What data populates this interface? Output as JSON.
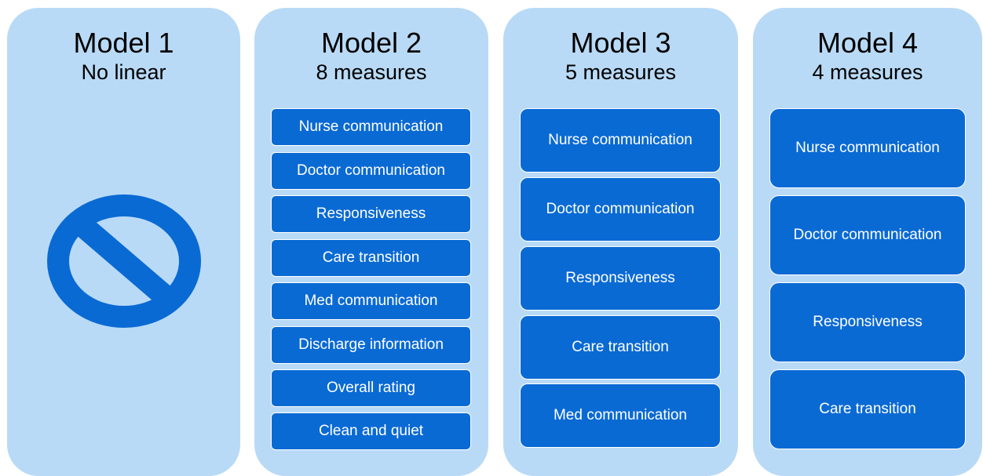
{
  "models": [
    {
      "title": "Model 1",
      "subtitle": "No linear",
      "icon": "prohibited-icon",
      "measures": []
    },
    {
      "title": "Model 2",
      "subtitle": "8 measures",
      "measures": [
        "Nurse communication",
        "Doctor communication",
        "Responsiveness",
        "Care transition",
        "Med communication",
        "Discharge information",
        "Overall rating",
        "Clean and quiet"
      ]
    },
    {
      "title": "Model 3",
      "subtitle": "5 measures",
      "measures": [
        "Nurse communication",
        "Doctor communication",
        "Responsiveness",
        "Care transition",
        "Med communication"
      ]
    },
    {
      "title": "Model 4",
      "subtitle": "4 measures",
      "measures": [
        "Nurse communication",
        "Doctor communication",
        "Responsiveness",
        "Care transition"
      ]
    }
  ],
  "colors": {
    "panel": "#b9daf6",
    "box": "#0a6ad4",
    "box_text": "#ffffff",
    "icon": "#0a6ad4"
  }
}
